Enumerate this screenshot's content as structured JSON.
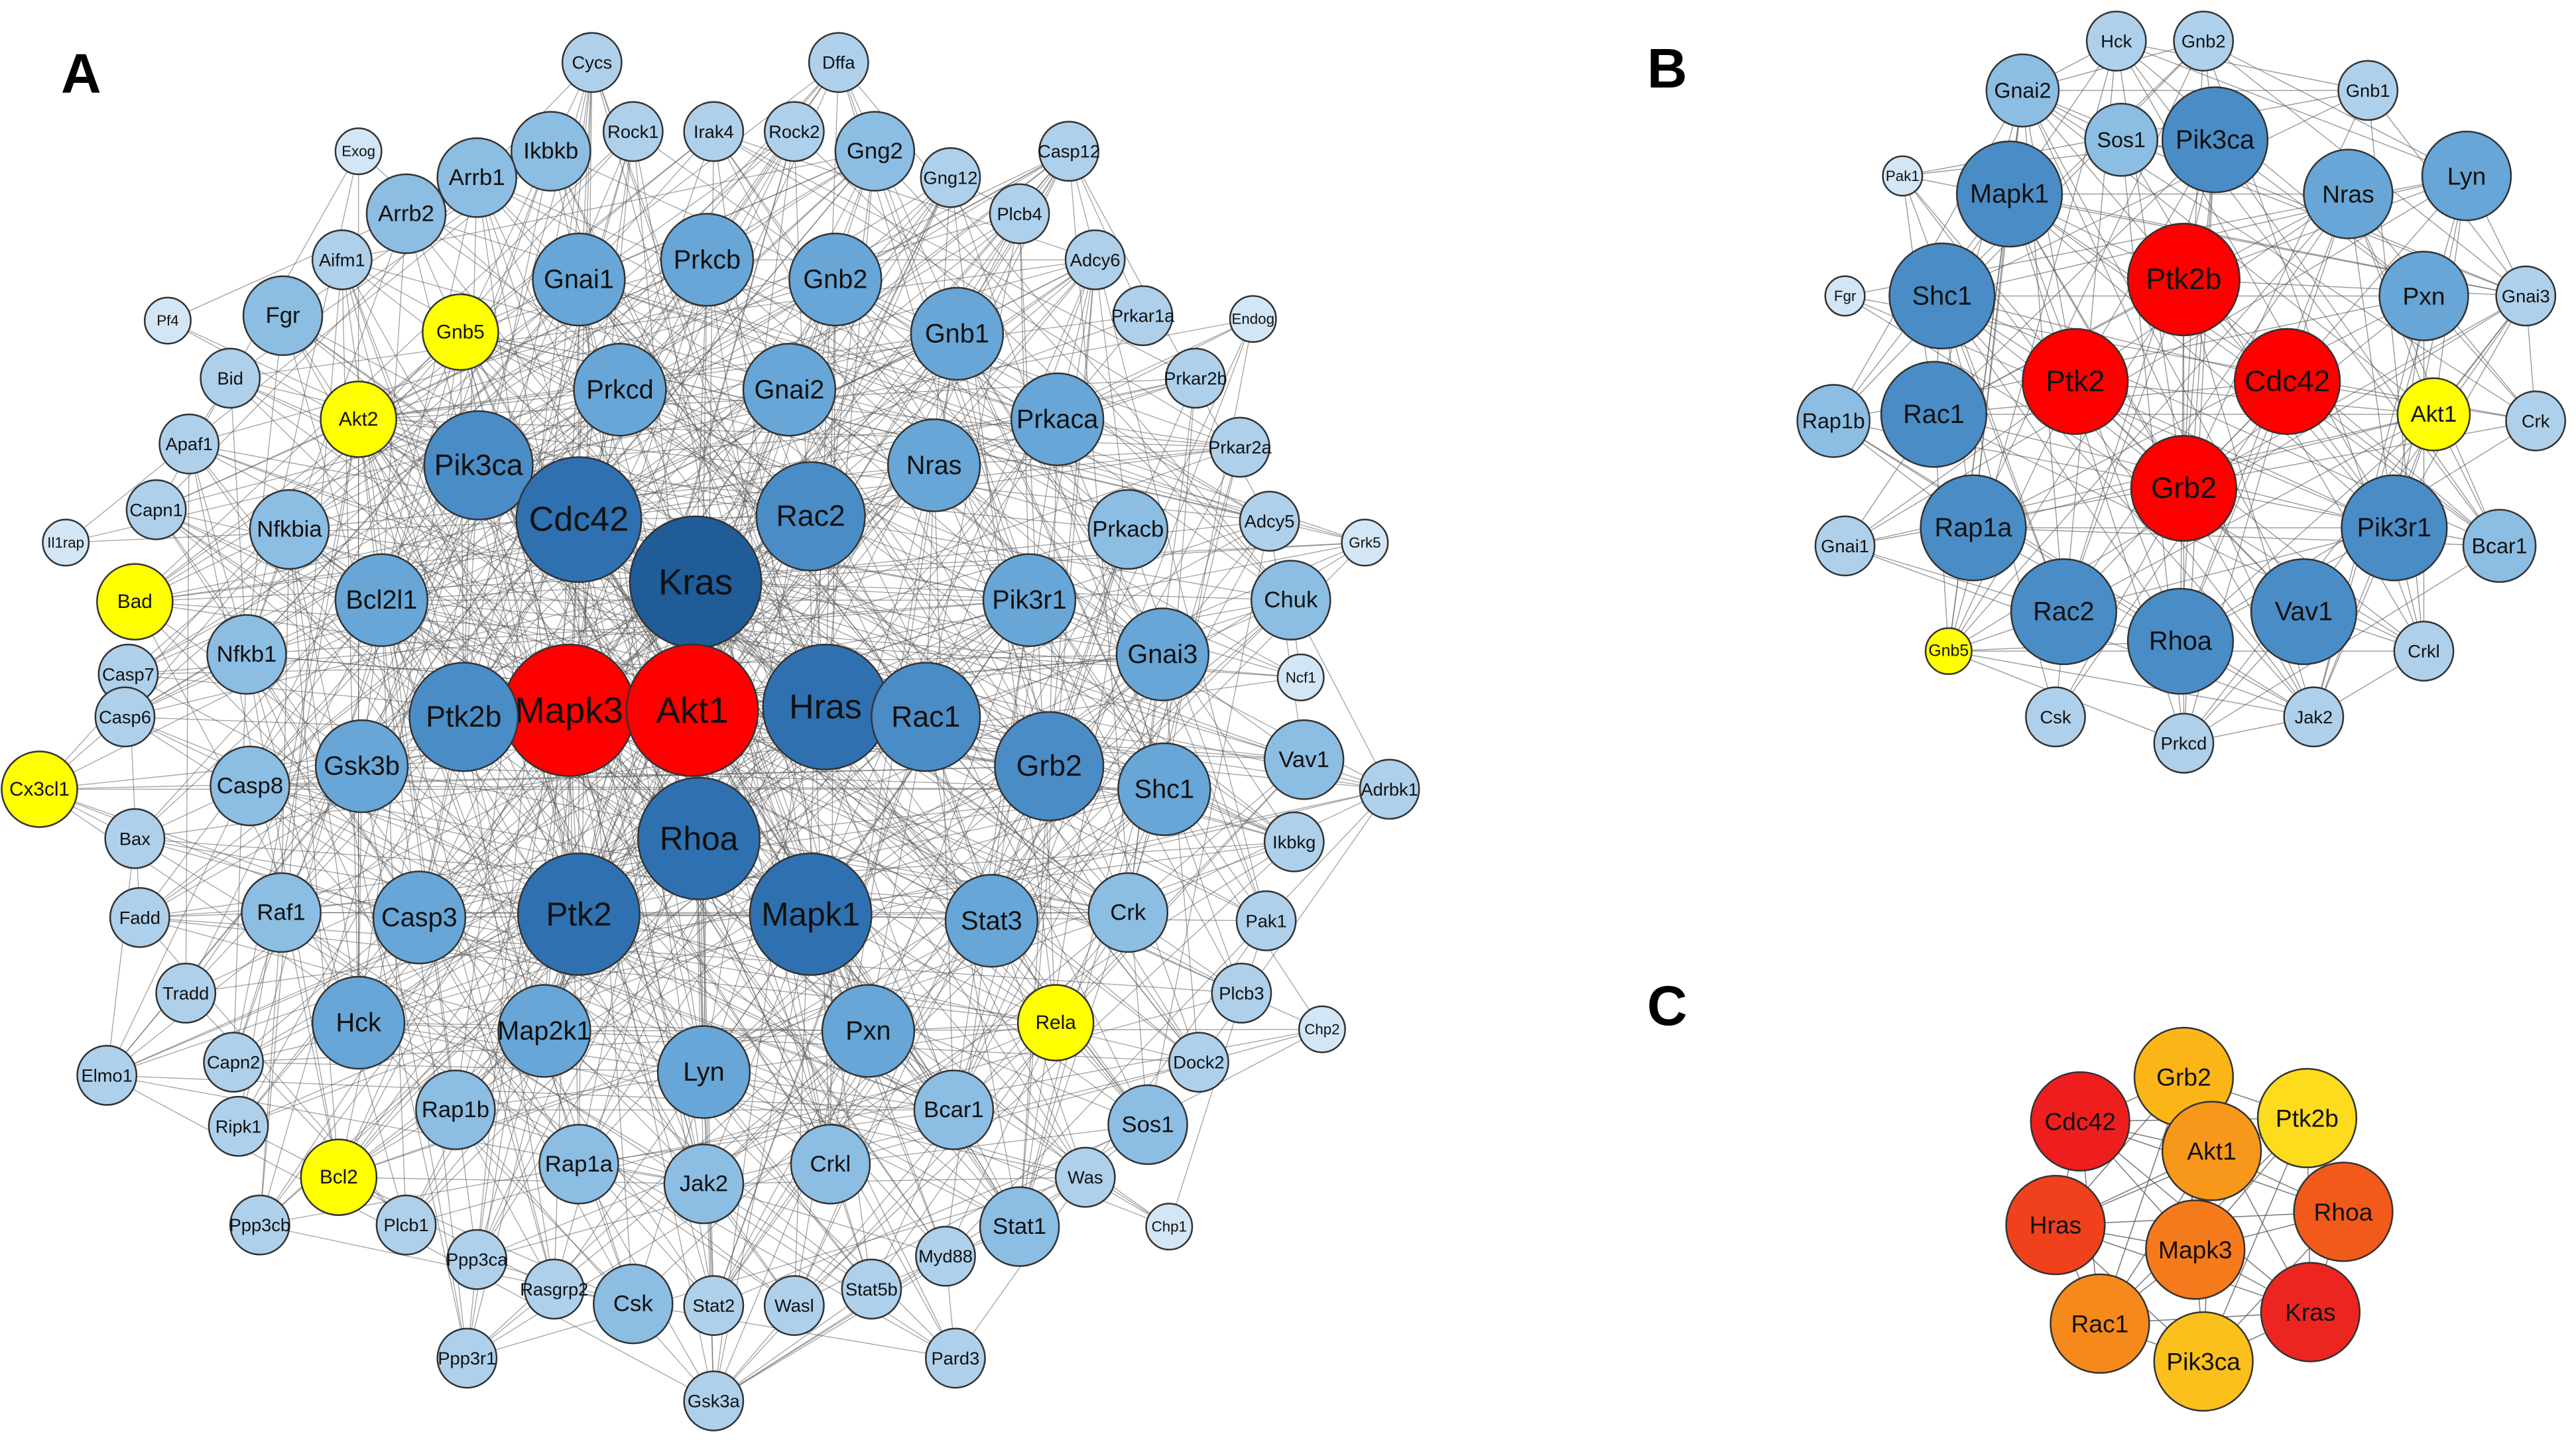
{
  "panels": [
    {
      "id": "A",
      "label": "A",
      "nodes": [
        {
          "name": "Cycs",
          "level": 1
        },
        {
          "name": "Dffa",
          "level": 1
        },
        {
          "name": "Exog",
          "level": 0
        },
        {
          "name": "Irak4",
          "level": 1
        },
        {
          "name": "Rock1",
          "level": 1
        },
        {
          "name": "Rock2",
          "level": 1
        },
        {
          "name": "Ikbkb",
          "level": 2
        },
        {
          "name": "Gng2",
          "level": 2
        },
        {
          "name": "Gng12",
          "level": 1
        },
        {
          "name": "Casp12",
          "level": 1
        },
        {
          "name": "Arrb1",
          "level": 2
        },
        {
          "name": "Arrb2",
          "level": 2
        },
        {
          "name": "Plcb4",
          "level": 1
        },
        {
          "name": "Aifm1",
          "level": 1
        },
        {
          "name": "Adcy6",
          "level": 1
        },
        {
          "name": "Gnai1",
          "level": 3
        },
        {
          "name": "Prkcb",
          "level": 3
        },
        {
          "name": "Gnb2",
          "level": 3
        },
        {
          "name": "Pf4",
          "level": 0
        },
        {
          "name": "Fgr",
          "level": 2
        },
        {
          "name": "Gnb5",
          "level": "Y"
        },
        {
          "name": "Gnb1",
          "level": 3
        },
        {
          "name": "Prkar1a",
          "level": 1
        },
        {
          "name": "Endog",
          "level": 0
        },
        {
          "name": "Bid",
          "level": 1
        },
        {
          "name": "Prkcd",
          "level": 3
        },
        {
          "name": "Gnai2",
          "level": 3
        },
        {
          "name": "Prkar2b",
          "level": 1
        },
        {
          "name": "Akt2",
          "level": "Y"
        },
        {
          "name": "Prkaca",
          "level": 3
        },
        {
          "name": "Apaf1",
          "level": 1
        },
        {
          "name": "Prkar2a",
          "level": 1
        },
        {
          "name": "Pik3ca",
          "level": 4
        },
        {
          "name": "Nras",
          "level": 3
        },
        {
          "name": "Capn1",
          "level": 1
        },
        {
          "name": "Adcy5",
          "level": 1
        },
        {
          "name": "Grk5",
          "level": 0
        },
        {
          "name": "Il1rap",
          "level": 0
        },
        {
          "name": "Nfkbia",
          "level": 2
        },
        {
          "name": "Cdc42",
          "level": 5
        },
        {
          "name": "Rac2",
          "level": 4
        },
        {
          "name": "Prkacb",
          "level": 2
        },
        {
          "name": "Kras",
          "level": 6
        },
        {
          "name": "Bad",
          "level": "Y"
        },
        {
          "name": "Bcl2l1",
          "level": 3
        },
        {
          "name": "Pik3r1",
          "level": 3
        },
        {
          "name": "Chuk",
          "level": 2
        },
        {
          "name": "Nfkb1",
          "level": 2
        },
        {
          "name": "Casp7",
          "level": 1
        },
        {
          "name": "Ncf1",
          "level": 0
        },
        {
          "name": "Gnai3",
          "level": 3
        },
        {
          "name": "Mapk3",
          "level": "R"
        },
        {
          "name": "Akt1",
          "level": "R"
        },
        {
          "name": "Hras",
          "level": 5
        },
        {
          "name": "Rac1",
          "level": 4
        },
        {
          "name": "Ptk2b",
          "level": 4
        },
        {
          "name": "Casp6",
          "level": 1
        },
        {
          "name": "Gsk3b",
          "level": 3
        },
        {
          "name": "Grb2",
          "level": 4
        },
        {
          "name": "Vav1",
          "level": 2
        },
        {
          "name": "Cx3cl1",
          "level": "Y"
        },
        {
          "name": "Casp8",
          "level": 2
        },
        {
          "name": "Shc1",
          "level": 3
        },
        {
          "name": "Adrbk1",
          "level": 1
        },
        {
          "name": "Bax",
          "level": 1
        },
        {
          "name": "Rhoa",
          "level": 5
        },
        {
          "name": "Ikbkg",
          "level": 1
        },
        {
          "name": "Fadd",
          "level": 1
        },
        {
          "name": "Raf1",
          "level": 2
        },
        {
          "name": "Casp3",
          "level": 3
        },
        {
          "name": "Ptk2",
          "level": 5
        },
        {
          "name": "Mapk1",
          "level": 5
        },
        {
          "name": "Stat3",
          "level": 3
        },
        {
          "name": "Crk",
          "level": 2
        },
        {
          "name": "Pak1",
          "level": 1
        },
        {
          "name": "Tradd",
          "level": 1
        },
        {
          "name": "Elmo1",
          "level": 1
        },
        {
          "name": "Plcb3",
          "level": 1
        },
        {
          "name": "Hck",
          "level": 3
        },
        {
          "name": "Map2k1",
          "level": 3
        },
        {
          "name": "Pxn",
          "level": 3
        },
        {
          "name": "Rela",
          "level": "Y"
        },
        {
          "name": "Chp2",
          "level": 0
        },
        {
          "name": "Capn2",
          "level": 1
        },
        {
          "name": "Dock2",
          "level": 1
        },
        {
          "name": "Lyn",
          "level": 3
        },
        {
          "name": "Rap1b",
          "level": 2
        },
        {
          "name": "Ripk1",
          "level": 1
        },
        {
          "name": "Bcar1",
          "level": 2
        },
        {
          "name": "Sos1",
          "level": 2
        },
        {
          "name": "Bcl2",
          "level": "Y"
        },
        {
          "name": "Rap1a",
          "level": 2
        },
        {
          "name": "Crkl",
          "level": 2
        },
        {
          "name": "Jak2",
          "level": 2
        },
        {
          "name": "Was",
          "level": 1
        },
        {
          "name": "Ppp3cb",
          "level": 1
        },
        {
          "name": "Plcb1",
          "level": 1
        },
        {
          "name": "Stat1",
          "level": 2
        },
        {
          "name": "Chp1",
          "level": 0
        },
        {
          "name": "Ppp3ca",
          "level": 1
        },
        {
          "name": "Myd88",
          "level": 1
        },
        {
          "name": "Rasgrp2",
          "level": 1
        },
        {
          "name": "Csk",
          "level": 2
        },
        {
          "name": "Stat2",
          "level": 1
        },
        {
          "name": "Wasl",
          "level": 1
        },
        {
          "name": "Stat5b",
          "level": 1
        },
        {
          "name": "Ppp3r1",
          "level": 1
        },
        {
          "name": "Pard3",
          "level": 1
        },
        {
          "name": "Gsk3a",
          "level": 1
        }
      ]
    },
    {
      "id": "B",
      "label": "B",
      "nodes": [
        {
          "name": "Hck",
          "level": 1
        },
        {
          "name": "Gnb2",
          "level": 1
        },
        {
          "name": "Gnai2",
          "level": 2
        },
        {
          "name": "Gnb1",
          "level": 1
        },
        {
          "name": "Sos1",
          "level": 2
        },
        {
          "name": "Pik3ca",
          "level": 4
        },
        {
          "name": "Pak1",
          "level": 0
        },
        {
          "name": "Mapk1",
          "level": 4
        },
        {
          "name": "Nras",
          "level": 3
        },
        {
          "name": "Lyn",
          "level": 3
        },
        {
          "name": "Ptk2b",
          "level": "R"
        },
        {
          "name": "Fgr",
          "level": 0
        },
        {
          "name": "Shc1",
          "level": 4
        },
        {
          "name": "Pxn",
          "level": 3
        },
        {
          "name": "Gnai3",
          "level": 1
        },
        {
          "name": "Ptk2",
          "level": "R"
        },
        {
          "name": "Cdc42",
          "level": "R"
        },
        {
          "name": "Rap1b",
          "level": 2
        },
        {
          "name": "Rac1",
          "level": 4
        },
        {
          "name": "Akt1",
          "level": "Y"
        },
        {
          "name": "Crk",
          "level": 1
        },
        {
          "name": "Grb2",
          "level": "R"
        },
        {
          "name": "Gnai1",
          "level": 1
        },
        {
          "name": "Rap1a",
          "level": 4
        },
        {
          "name": "Pik3r1",
          "level": 4
        },
        {
          "name": "Bcar1",
          "level": 2
        },
        {
          "name": "Rac2",
          "level": 4
        },
        {
          "name": "Rhoa",
          "level": 4
        },
        {
          "name": "Vav1",
          "level": 4
        },
        {
          "name": "Gnb5",
          "level": "Y"
        },
        {
          "name": "Crkl",
          "level": 1
        },
        {
          "name": "Csk",
          "level": 1
        },
        {
          "name": "Jak2",
          "level": 1
        },
        {
          "name": "Prkcd",
          "level": 1
        }
      ]
    },
    {
      "id": "C",
      "label": "C",
      "nodes": [
        {
          "name": "Grb2",
          "color": "#fbb516"
        },
        {
          "name": "Ptk2b",
          "color": "#fddb1d"
        },
        {
          "name": "Cdc42",
          "color": "#ee1e1e"
        },
        {
          "name": "Akt1",
          "color": "#f8981a"
        },
        {
          "name": "Hras",
          "color": "#f0401c"
        },
        {
          "name": "Rhoa",
          "color": "#f25a1b"
        },
        {
          "name": "Mapk3",
          "color": "#f57a1c"
        },
        {
          "name": "Kras",
          "color": "#ed2520"
        },
        {
          "name": "Rac1",
          "color": "#f6891b"
        },
        {
          "name": "Pik3ca",
          "color": "#fbc01b"
        }
      ]
    }
  ],
  "palette": {
    "0": "#d3e6f5",
    "1": "#aed0eb",
    "2": "#8cbde3",
    "3": "#67a6d6",
    "4": "#4a8cc6",
    "5": "#2f71b0",
    "6": "#1f5c98",
    "R": "#ff0000",
    "Y": "#ffff00",
    "edge": "#555555",
    "node_stroke": "#333333",
    "text": "#111111"
  }
}
